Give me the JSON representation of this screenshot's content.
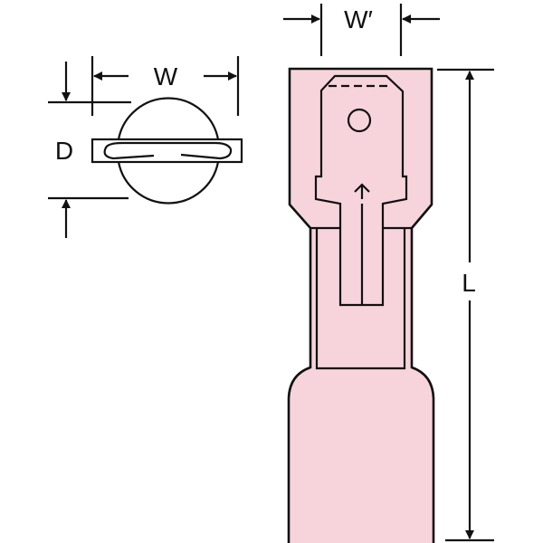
{
  "labels": {
    "width": "W",
    "depth": "D",
    "tab_width": "W′",
    "length": "L"
  },
  "colors": {
    "insulation_fill": "#f7d4dc",
    "line": "#111111"
  }
}
